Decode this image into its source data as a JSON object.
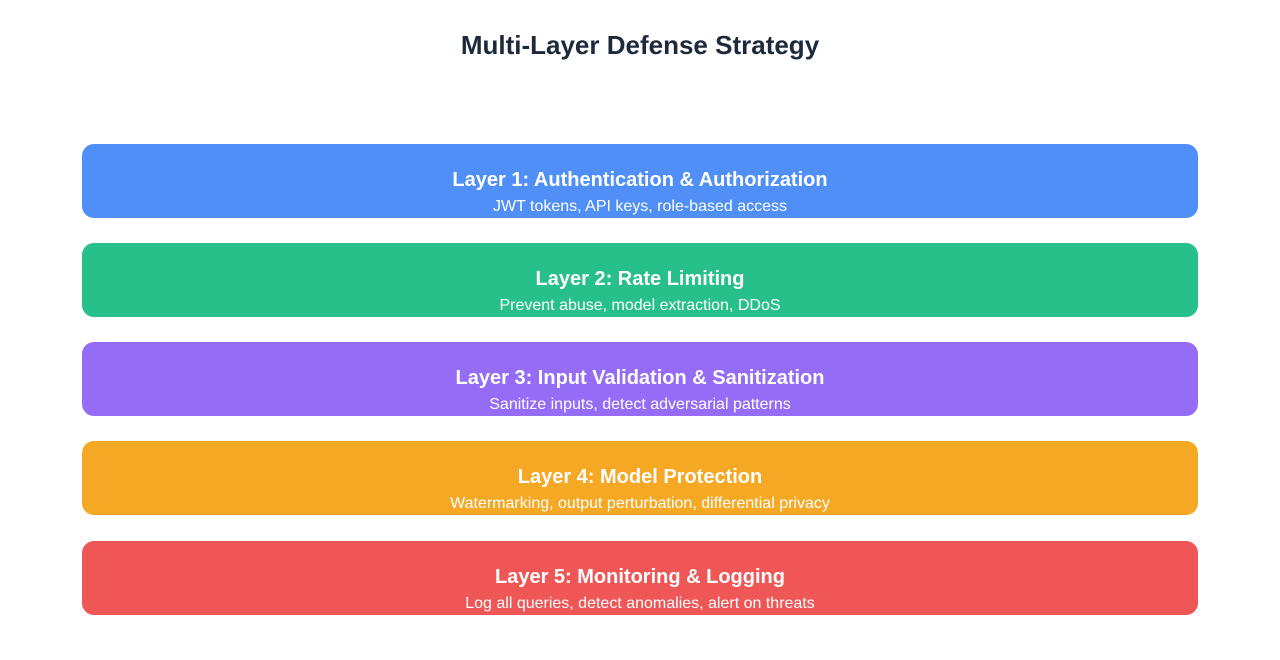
{
  "title": "Multi-Layer Defense Strategy",
  "layers": [
    {
      "heading": "Layer 1: Authentication & Authorization",
      "detail": "JWT tokens, API keys, role-based access",
      "color": "#4f8ff7"
    },
    {
      "heading": "Layer 2: Rate Limiting",
      "detail": "Prevent abuse, model extraction, DDoS",
      "color": "#27c08b"
    },
    {
      "heading": "Layer 3: Input Validation & Sanitization",
      "detail": "Sanitize inputs, detect adversarial patterns",
      "color": "#956cf5"
    },
    {
      "heading": "Layer 4: Model Protection",
      "detail": "Watermarking, output perturbation, differential privacy",
      "color": "#f5a823"
    },
    {
      "heading": "Layer 5: Monitoring & Logging",
      "detail": "Log all queries, detect anomalies, alert on threats",
      "color": "#ef5656"
    }
  ]
}
